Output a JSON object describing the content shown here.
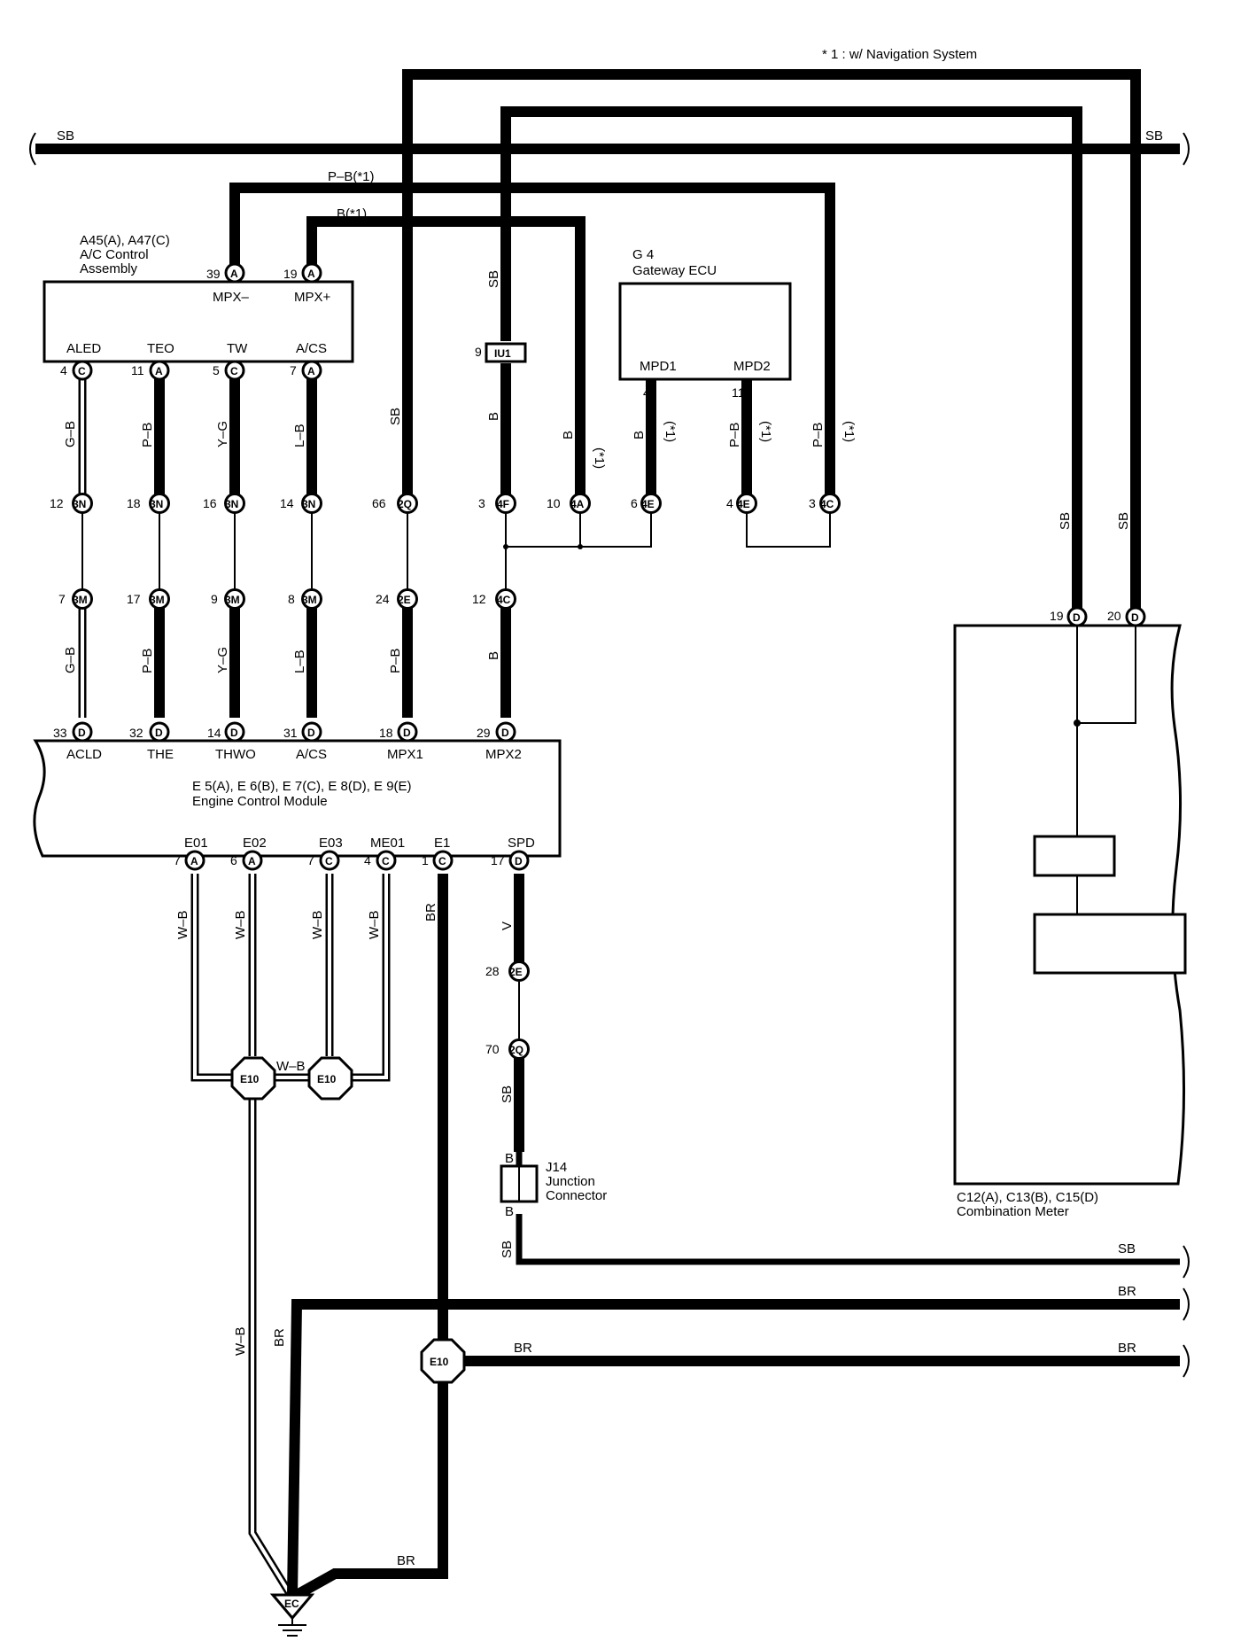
{
  "note": "* 1 : w/ Navigation System",
  "components": {
    "ac_control": {
      "ids": "A45(A), A47(C)",
      "name_line1": "A/C Control",
      "name_line2": "Assembly",
      "top_pins": [
        {
          "num": "39",
          "conn": "A",
          "label": "MPX–"
        },
        {
          "num": "19",
          "conn": "A",
          "label": "MPX+"
        }
      ],
      "bottom_pins": [
        {
          "num": "4",
          "conn": "C",
          "label": "ALED"
        },
        {
          "num": "11",
          "conn": "A",
          "label": "TEO"
        },
        {
          "num": "5",
          "conn": "C",
          "label": "TW"
        },
        {
          "num": "7",
          "conn": "A",
          "label": "A/CS"
        }
      ]
    },
    "gateway": {
      "ids": "G 4",
      "name": "Gateway ECU",
      "pins": [
        {
          "num": "4",
          "label": "MPD1"
        },
        {
          "num": "11",
          "label": "MPD2"
        }
      ]
    },
    "ecm": {
      "ids": "E 5(A), E 6(B), E 7(C), E 8(D), E 9(E)",
      "name": "Engine Control Module",
      "top_pins": [
        {
          "num": "33",
          "conn": "D",
          "label": "ACLD"
        },
        {
          "num": "32",
          "conn": "D",
          "label": "THE"
        },
        {
          "num": "14",
          "conn": "D",
          "label": "THWO"
        },
        {
          "num": "31",
          "conn": "D",
          "label": "A/CS"
        },
        {
          "num": "18",
          "conn": "D",
          "label": "MPX1"
        },
        {
          "num": "29",
          "conn": "D",
          "label": "MPX2"
        }
      ],
      "bottom_pins": [
        {
          "num": "7",
          "conn": "A",
          "label": "E01"
        },
        {
          "num": "6",
          "conn": "A",
          "label": "E02"
        },
        {
          "num": "7",
          "conn": "C",
          "label": "E03"
        },
        {
          "num": "4",
          "conn": "C",
          "label": "ME01"
        },
        {
          "num": "1",
          "conn": "C",
          "label": "E1"
        },
        {
          "num": "17",
          "conn": "D",
          "label": "SPD"
        }
      ]
    },
    "meter": {
      "ids": "C12(A), C13(B), C15(D)",
      "name": "Combination Meter",
      "pins": [
        {
          "num": "19",
          "conn": "D"
        },
        {
          "num": "20",
          "conn": "D"
        }
      ]
    },
    "junction": {
      "id": "J14",
      "name_line1": "Junction",
      "name_line2": "Connector",
      "top": "B",
      "bottom": "B"
    },
    "iu1": {
      "num": "9",
      "label": "IU1"
    },
    "ground": {
      "label": "EC"
    }
  },
  "connectors_row1": [
    {
      "num": "12",
      "id": "3N"
    },
    {
      "num": "18",
      "id": "3N"
    },
    {
      "num": "16",
      "id": "3N"
    },
    {
      "num": "14",
      "id": "3N"
    },
    {
      "num": "66",
      "id": "2Q"
    },
    {
      "num": "3",
      "id": "4F"
    },
    {
      "num": "10",
      "id": "4A"
    },
    {
      "num": "6",
      "id": "4E"
    },
    {
      "num": "4",
      "id": "4E"
    },
    {
      "num": "3",
      "id": "4C"
    }
  ],
  "connectors_row2": [
    {
      "num": "7",
      "id": "3M"
    },
    {
      "num": "17",
      "id": "3M"
    },
    {
      "num": "9",
      "id": "3M"
    },
    {
      "num": "8",
      "id": "3M"
    },
    {
      "num": "24",
      "id": "2E"
    },
    {
      "num": "12",
      "id": "4C"
    }
  ],
  "spd_connectors": [
    {
      "num": "28",
      "id": "2E"
    },
    {
      "num": "70",
      "id": "2Q"
    }
  ],
  "splices": {
    "e10": "E10"
  },
  "wire_colors": {
    "sb": "SB",
    "pb_nav": "P–B(*1)",
    "b_nav": "B(*1)",
    "gb": "G–B",
    "pb": "P–B",
    "yg": "Y–G",
    "lb": "L–B",
    "b": "B",
    "star1": "(*1)",
    "v": "V",
    "wb": "W–B",
    "br": "BR"
  }
}
